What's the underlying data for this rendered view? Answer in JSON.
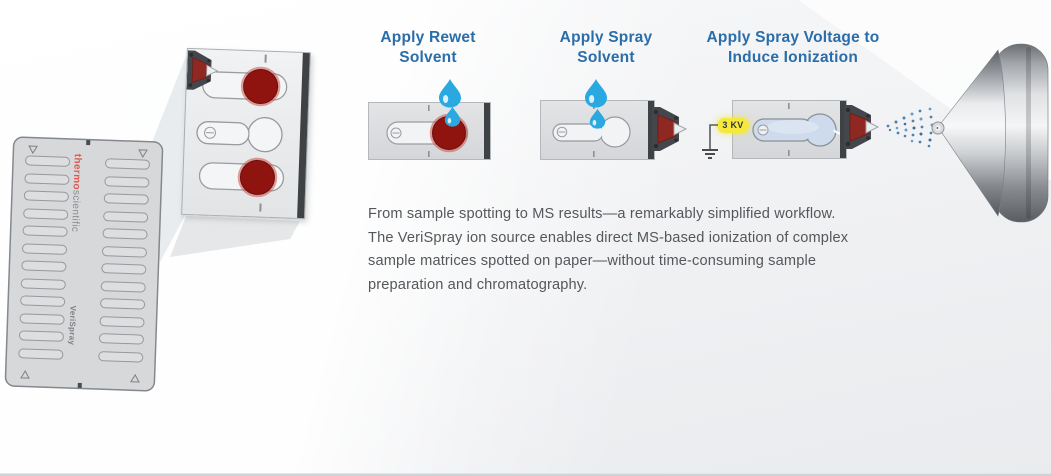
{
  "plate": {
    "brand_primary": "thermo",
    "brand_secondary": "scientific",
    "product_label": "VeriSpray"
  },
  "steps": [
    {
      "title_line1": "Apply Rewet",
      "title_line2": "Solvent"
    },
    {
      "title_line1": "Apply Spray",
      "title_line2": "Solvent"
    },
    {
      "title_line1": "Apply Spray Voltage to",
      "title_line2": "Induce Ionization"
    }
  ],
  "annotations": {
    "voltage_label": "3 KV"
  },
  "description": {
    "lines": [
      "From sample spotting to MS results—a remarkably simplified workflow.",
      "The VeriSpray ion source enables direct MS-based ionization of complex",
      "sample matrices spotted on paper—without time-consuming sample",
      "preparation and chromatography."
    ]
  },
  "colors": {
    "heading_blue": "#2b6da9",
    "body_text": "#54575b",
    "droplet_blue": "#2aa9e1",
    "sample_spot_red": "#8f1410",
    "emitter_red": "#8f2722",
    "voltage_badge_yellow": "#f6e93e",
    "spray_blue": "#4c80b4",
    "thermo_brand_red": "#e2574f",
    "plate_gray": "#d6d8da"
  }
}
